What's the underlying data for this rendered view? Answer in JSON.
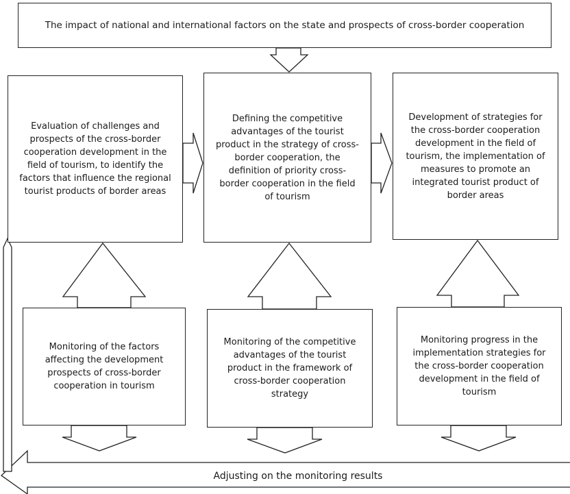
{
  "top_box": {
    "text": "The impact of national and international factors on the state and prospects of cross-border cooperation"
  },
  "stages": [
    {
      "lines": [
        "Evaluation of challenges and",
        "prospects of the cross-border",
        "cooperation development in the",
        "field of tourism, to identify the",
        "factors that influence the regional",
        "tourist products of border areas"
      ]
    },
    {
      "lines": [
        "Defining the competitive",
        "advantages of the tourist",
        "product in the strategy of cross-",
        "border cooperation, the",
        "definition of priority cross-",
        "border cooperation in the field",
        "of tourism"
      ]
    },
    {
      "lines": [
        "Development of strategies for",
        "the cross-border cooperation",
        "development in the field of",
        "tourism, the implementation of",
        "measures to promote an",
        "integrated tourist product of",
        "border areas"
      ]
    }
  ],
  "monitoring": [
    {
      "lines": [
        "Monitoring of the factors",
        "affecting the development",
        "prospects of cross-border",
        "cooperation in tourism"
      ]
    },
    {
      "lines": [
        "Monitoring of the competitive",
        "advantages of the tourist",
        "product in the framework of",
        "cross-border cooperation",
        "strategy"
      ]
    },
    {
      "lines": [
        "Monitoring progress in the",
        "implementation strategies for",
        "the cross-border cooperation",
        "development in the field of",
        "tourism"
      ]
    }
  ],
  "feedback": {
    "label": "Adjusting on the monitoring results"
  }
}
